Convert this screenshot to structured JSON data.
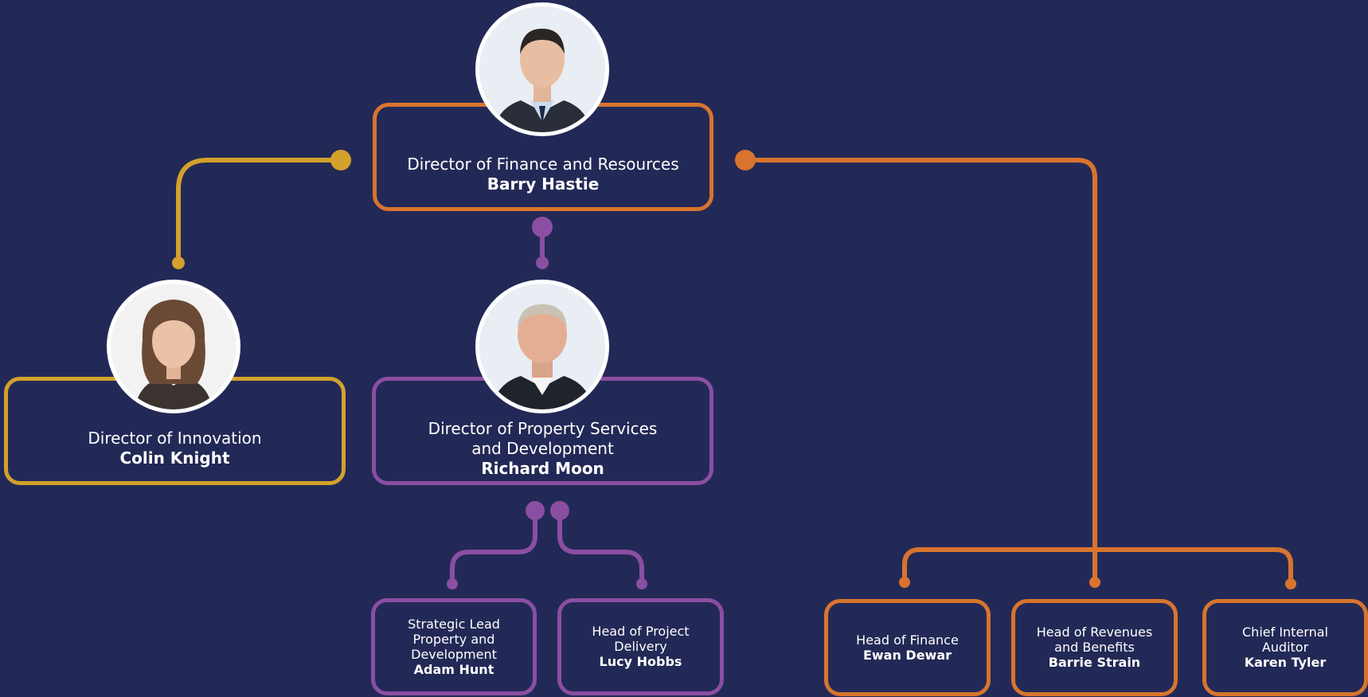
{
  "people": {
    "director_finance": {
      "role": "Director of Finance and Resources",
      "name": "Barry Hastie"
    },
    "director_innovation": {
      "role": "Director of Innovation",
      "name": "Colin Knight"
    },
    "director_property": {
      "role_line1": "Director of Property Services",
      "role_line2": "and Development",
      "name": "Richard Moon"
    },
    "strategic_lead": {
      "role_line1": "Strategic Lead",
      "role_line2": "Property and",
      "role_line3": "Development",
      "name": "Adam Hunt"
    },
    "head_project": {
      "role_line1": "Head of Project",
      "role_line2": "Delivery",
      "name": "Lucy Hobbs"
    },
    "head_finance": {
      "role": "Head of Finance",
      "name": "Ewan Dewar"
    },
    "head_revenues": {
      "role_line1": "Head of Revenues",
      "role_line2": "and Benefits",
      "name": "Barrie Strain"
    },
    "chief_auditor": {
      "role_line1": "Chief Internal",
      "role_line2": "Auditor",
      "name": "Karen Tyler"
    }
  },
  "colors": {
    "background": "#232956",
    "orange": "#d8742e",
    "purple": "#8a4fa3",
    "gold": "#d3a12c"
  },
  "icons": {
    "director_finance": "man-portrait",
    "director_innovation": "woman-portrait",
    "director_property": "man-portrait"
  }
}
